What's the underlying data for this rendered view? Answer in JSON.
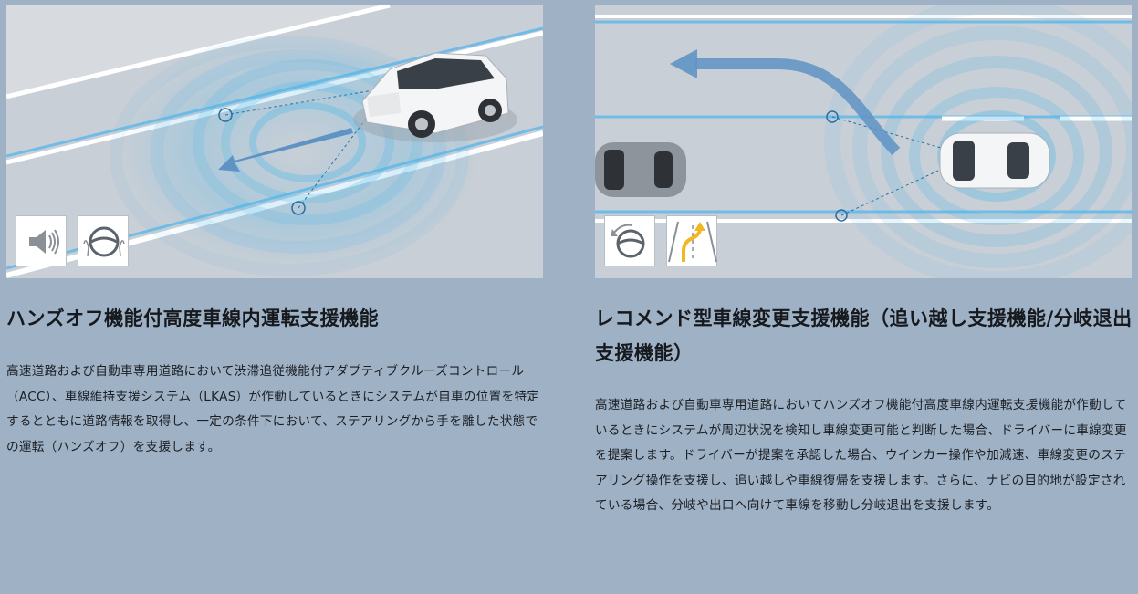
{
  "features": [
    {
      "title": "ハンズオフ機能付高度車線内運転支援機能",
      "description": "高速道路および自動車専用道路において渋滞追従機能付アダプティブクルーズコントロール（ACC）、車線維持支援システム（LKAS）が作動しているときにシステムが自車の位置を特定するとともに道路情報を取得し、一定の条件下において、ステアリングから手を離した状態での運転（ハンズオフ）を支援します。",
      "icons": [
        "speaker-sound-icon",
        "steering-wheel-hands-icon"
      ]
    },
    {
      "title": "レコメンド型車線変更支援機能（追い越し支援機能/分岐退出支援機能）",
      "description": "高速道路および自動車専用道路においてハンズオフ機能付高度車線内運転支援機能が作動しているときにシステムが周辺状況を検知し車線変更可能と判断した場合、ドライバーに車線変更を提案します。ドライバーが提案を承認した場合、ウインカー操作や加減速、車線変更のステアリング操作を支援し、追い越しや車線復帰を支援します。さらに、ナビの目的地が設定されている場合、分岐や出口へ向けて車線を移動し分岐退出を支援します。",
      "icons": [
        "steering-assist-icon",
        "lane-change-arrow-icon"
      ]
    }
  ],
  "colors": {
    "background": "#9fb1c5",
    "road": "#c9cfd6",
    "wave": "#4fb6e8",
    "arrow": "#5f93c4",
    "accent_yellow": "#f2b722"
  }
}
